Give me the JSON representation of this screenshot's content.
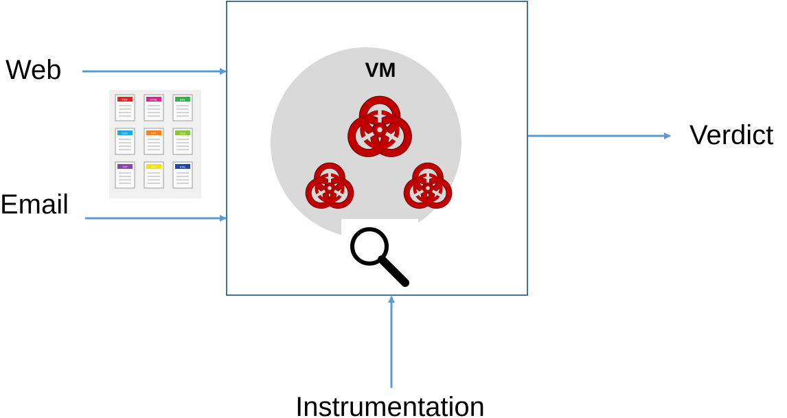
{
  "inputs": {
    "web": "Web",
    "email": "Email"
  },
  "output": {
    "verdict": "Verdict"
  },
  "sandbox": {
    "vm_label": "VM"
  },
  "instrumentation": "Instrumentation",
  "icons": {
    "biohazard": "biohazard-icon",
    "magnifier": "magnifying-glass-icon",
    "documents": "document-file-icons"
  },
  "colors": {
    "arrow": "#5b9bd5",
    "box_border": "#41719c",
    "vm_circle": "#d9d9d9",
    "biohazard": "#c00000"
  },
  "document_tags": [
    "PDF",
    "HTML",
    "EML",
    "DOC",
    "PPT",
    "XLS",
    "TXT",
    "RTF",
    "EXE"
  ],
  "document_tag_colors": [
    "#e8212c",
    "#e61f8c",
    "#2fb34a",
    "#1fa9d8",
    "#f58220",
    "#8cc63e",
    "#8e44ad",
    "#f2e600",
    "#2446a8"
  ]
}
